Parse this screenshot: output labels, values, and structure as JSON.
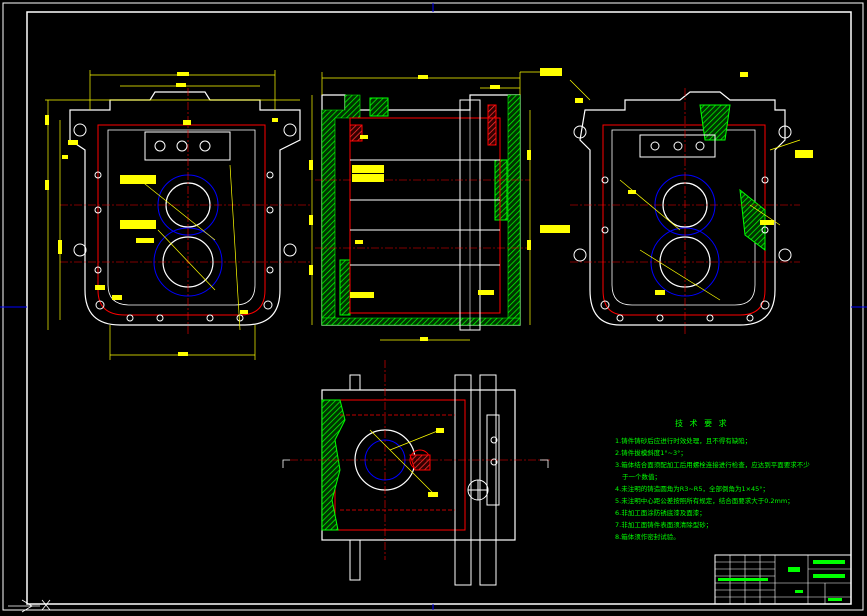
{
  "technical_requirements": {
    "title": "技 术 要 求",
    "items": [
      "1.铸件铸砂后应进行时效处理，且不得有缺陷；",
      "2.铸件拔模斜度1°~3°；",
      "3.箱体结合面须配加工后用螺栓连接进行检查，应达到平面要求不少",
      "于一个数值；",
      "4.未注明的铸造圆角为R3~R5，全部倒角为1×45°；",
      "5.未注明中心距公差按照所有规定，结合面要求大于0.2mm；",
      "6.非加工面涂防锈底漆及面漆；",
      "7.非加工面铸件表面须清除型砂；",
      "8.箱体须作密封试验。"
    ]
  },
  "colors": {
    "background": "#000000",
    "frame": "#ffffff",
    "outline": "#ffffff",
    "hidden": "#0000ff",
    "center": "#ff0000",
    "dimension": "#ffff00",
    "section": "#00ff00",
    "text": "#00ff00"
  }
}
